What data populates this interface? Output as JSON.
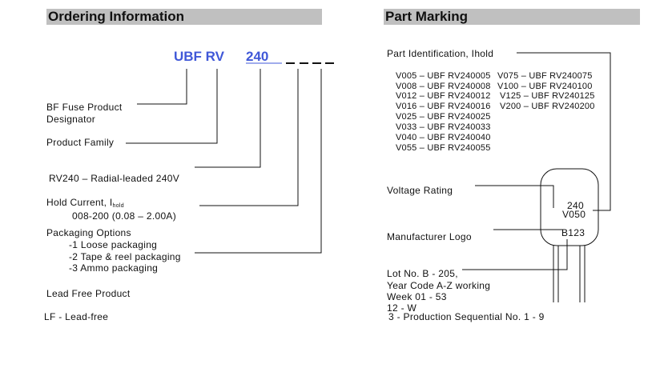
{
  "ordering": {
    "heading": "Ordering Information",
    "code_prefix": "UBF RV",
    "code_voltage": "240",
    "designator_line1": "BF Fuse Product",
    "designator_line2": "Designator",
    "family": "Product Family",
    "rv240": "RV240 – Radial-leaded 240V",
    "hold_label": "Hold Current, I",
    "hold_sub": "hold",
    "hold_range": "008-200 (0.08 – 2.00A)",
    "packaging_title": "Packaging Options",
    "packaging_opts": [
      "-1 Loose packaging",
      "-2 Tape & reel packaging",
      "-3 Ammo packaging"
    ],
    "lead_free": "Lead Free Product",
    "lf": "LF - Lead-free"
  },
  "marking": {
    "heading": "Part Marking",
    "part_id": "Part Identification, Ihold",
    "codes_left": [
      "V005 – UBF RV240005",
      "V008 – UBF RV240008",
      "V012 – UBF RV240012",
      "V016 – UBF RV240016",
      "V025 – UBF RV240025",
      "V033 – UBF RV240033",
      "V040 – UBF RV240040",
      "V055 – UBF RV240055"
    ],
    "codes_right": [
      "V075 – UBF RV240075",
      "V100 – UBF RV240100",
      "V125 – UBF RV240125",
      "V200 – UBF RV240200"
    ],
    "voltage_rating": "Voltage Rating",
    "manufacturer_logo": "Manufacturer Logo",
    "lot_lines": [
      "Lot No. B - 205,",
      "Year Code A-Z working",
      "Week 01 - 53",
      "12 - W"
    ],
    "sequential": "3 - Production Sequential No. 1 - 9",
    "device_240": "240",
    "device_v050": "V050",
    "device_b123": "B123"
  }
}
